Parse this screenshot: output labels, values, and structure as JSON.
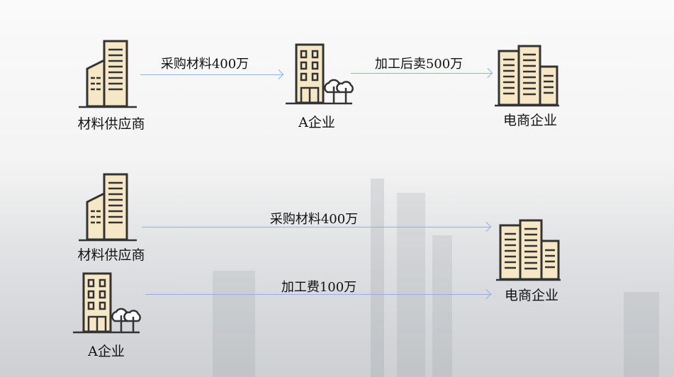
{
  "colors": {
    "icon_fill": "#f6e7c6",
    "icon_stroke": "#333333",
    "arrow": "#8eb0e2"
  },
  "flow1": {
    "supplier": "材料供应商",
    "company_a": "A企业",
    "ecommerce": "电商企业",
    "arrow1": "采购材料400万",
    "arrow2": "加工后卖500万"
  },
  "flow2": {
    "supplier": "材料供应商",
    "company_a": "A企业",
    "ecommerce": "电商企业",
    "arrow1": "采购材料400万",
    "arrow2": "加工费100万"
  }
}
